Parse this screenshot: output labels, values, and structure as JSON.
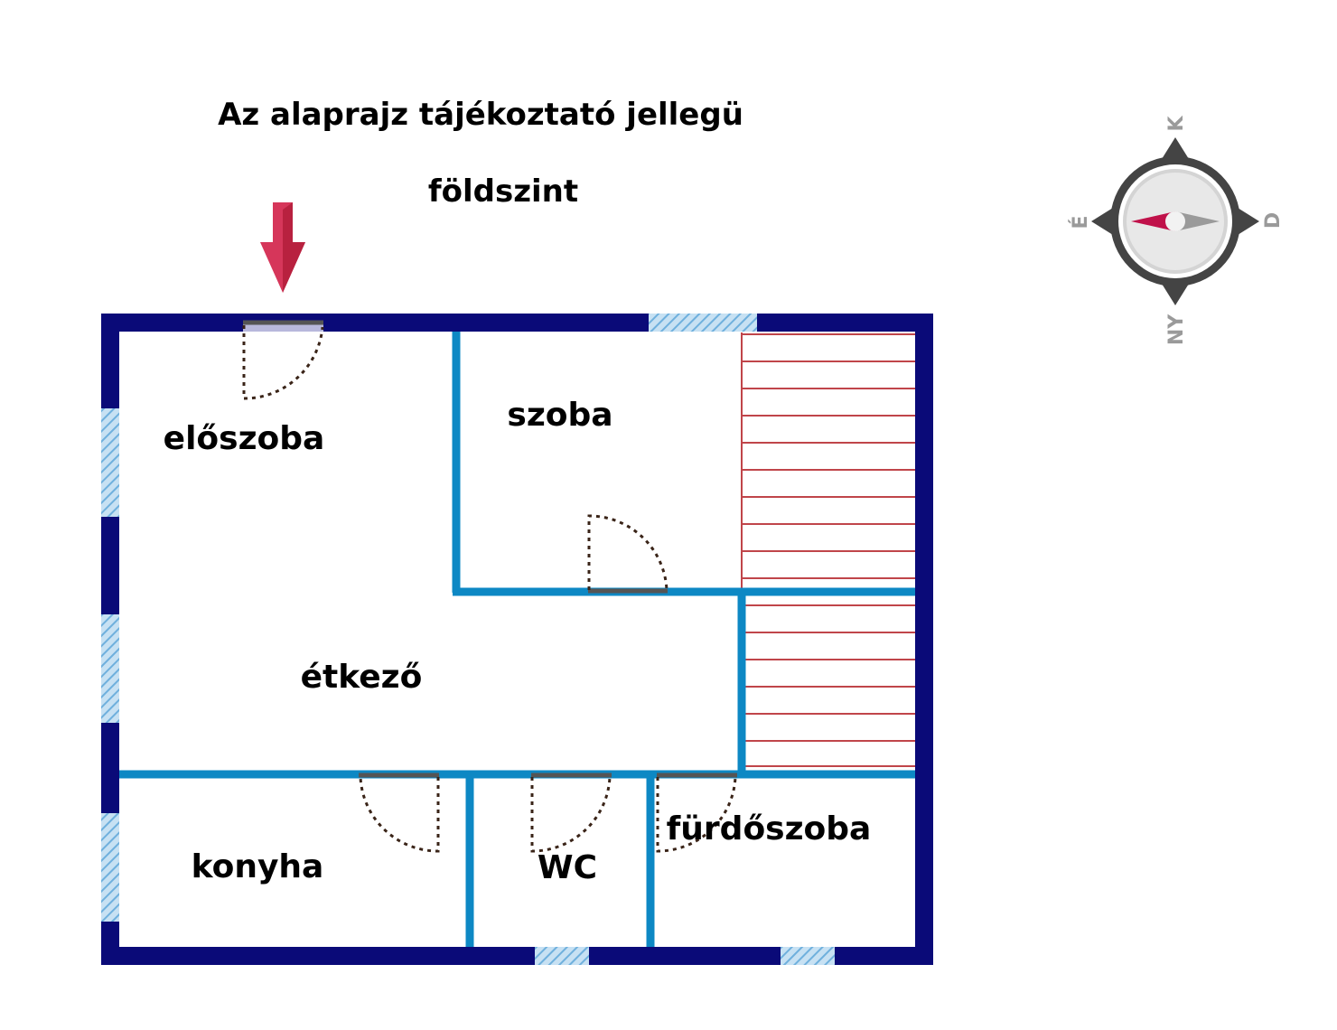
{
  "header": {
    "disclaimer": "Az alaprajz tájékoztató jellegü",
    "floor": "földszint"
  },
  "rooms": {
    "eloszoba": "előszoba",
    "szoba": "szoba",
    "etkezo": "étkező",
    "konyha": "konyha",
    "wc": "WC",
    "furdoszoba": "fürdőszoba"
  },
  "compass": {
    "north": "É",
    "east": "K",
    "south": "D",
    "west": "NY"
  },
  "colors": {
    "outer_wall": "#0a0a78",
    "inner_wall": "#0d88c4",
    "window": "#8fc3e6",
    "stairs": "#c0454a",
    "entrance_arrow": "#d6365a",
    "compass_needle_north": "#c0114a",
    "compass_ring": "#444444"
  },
  "icons": [
    "entrance-arrow-icon",
    "compass-icon",
    "door-swing-icon",
    "window-icon",
    "staircase-icon"
  ]
}
